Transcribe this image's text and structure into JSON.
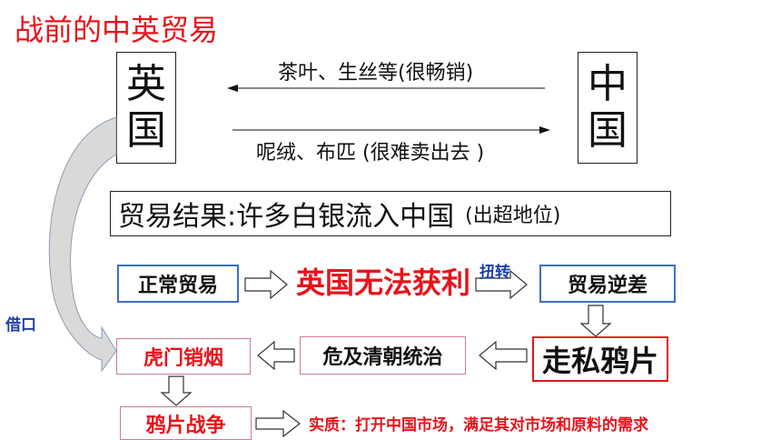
{
  "title": "战前的中英贸易",
  "britain": {
    "line1": "英",
    "line2": "国"
  },
  "china": {
    "line1": "中",
    "line2": "国"
  },
  "exports_to_britain": "茶叶、生丝等(很畅销)",
  "exports_to_china": "呢绒、布匹 (很难卖出去 )",
  "result": {
    "main": "贸易结果:许多白银流入中国",
    "sub": "(出超地位)"
  },
  "flow": {
    "normal_trade": "正常贸易",
    "uk_no_profit": "英国无法获利",
    "twist_label": "扭转",
    "trade_deficit": "贸易逆差",
    "smuggle_opium": "走私鸦片",
    "threaten_qing": "危及清朝统治",
    "humen_destroy": "虎门销烟",
    "excuse_label": "借口",
    "opium_war": "鸦片战争",
    "essence": "实质：打开中国市场，满足其对市场和原料的需求"
  },
  "colors": {
    "title_red": "#e8131b",
    "blue_border": "#3b6fc7",
    "blue_text": "#1f3fa6",
    "pink_border": "#c87ca0"
  }
}
